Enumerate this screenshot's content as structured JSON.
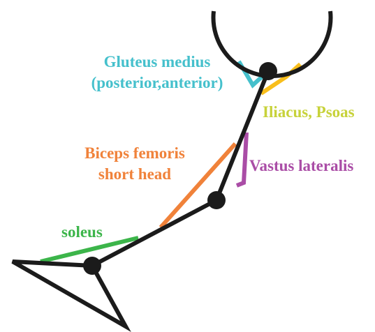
{
  "muscles": {
    "gluteus_medius": {
      "line1": "Gluteus medius",
      "line2": "(posterior,anterior)",
      "color": "#45c0cc"
    },
    "iliacus_psoas": {
      "label": "Iliacus, Psoas",
      "color_label": "#c7d23a",
      "color_line": "#f8be1c"
    },
    "biceps_femoris": {
      "line1": "Biceps femoris",
      "line2": "short head",
      "color": "#f0823a"
    },
    "vastus_lateralis": {
      "label": "Vastus lateralis",
      "color": "#aa4da6"
    },
    "soleus": {
      "label": "soleus",
      "color": "#3cb54a"
    }
  },
  "skeleton": {
    "color": "#1b1b1b"
  }
}
